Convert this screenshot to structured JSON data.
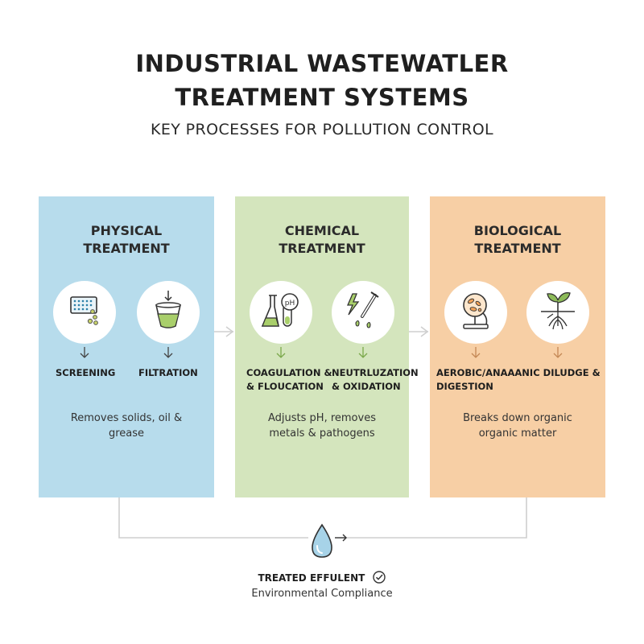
{
  "title_line1": "INDUSTRIAL WASTEWATLER",
  "title_line2": "TREATMENT SYSTEMS",
  "subtitle": "KEY PROCESSES FOR POLLUTION CONTROL",
  "colors": {
    "physical": "#b7dcec",
    "chemical": "#d4e5bd",
    "biological": "#f7cfa5",
    "outline": "#333333"
  },
  "panels": [
    {
      "title_line1": "PHYSICAL",
      "title_line2": "TREATMENT",
      "stage1": "SCREENING",
      "stage2": "FILTRATION",
      "desc_line1": "Removes solids, oil &",
      "desc_line2": "grease"
    },
    {
      "title_line1": "CHEMICAL",
      "title_line2": "TREATMENT",
      "icon1_text": "pH",
      "stage1_line1": "COAGULATION &",
      "stage1_line2": "& FLOUCATION",
      "stage2_line1": "NEUTRLUZATION",
      "stage2_line2": "& OXIDATION",
      "desc_line1": "Adjusts pH, removes",
      "desc_line2": "metals & pathogens"
    },
    {
      "title_line1": "BIOLOGICAL",
      "title_line2": "TREATMENT",
      "stage_line1": "AEROBIC/ANAAANIC DILUDGE &",
      "stage_line2": "DIGESTION",
      "desc_line1": "Breaks down organic",
      "desc_line2": "organic matter"
    }
  ],
  "output": {
    "label": "TREATED EFFULENT",
    "sublabel": "Environmental Compliance"
  }
}
